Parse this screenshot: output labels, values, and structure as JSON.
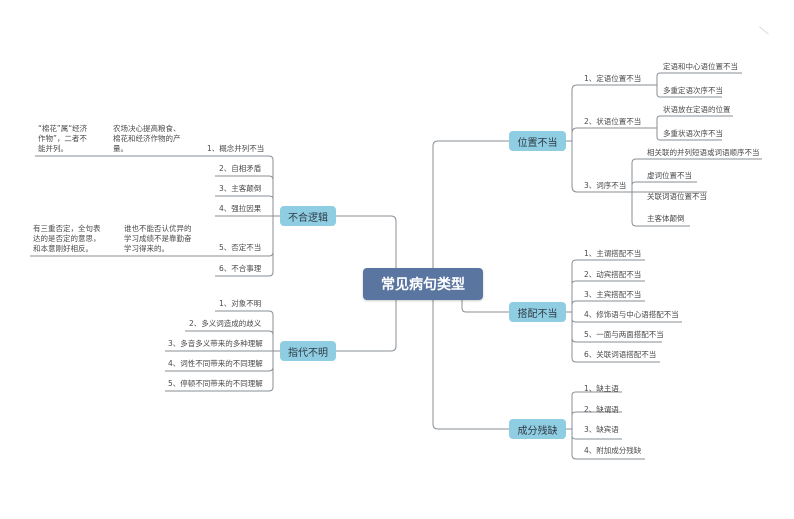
{
  "root": {
    "label": "常见病句类型"
  },
  "branches": {
    "position": {
      "label": "位置不当",
      "groups": [
        {
          "label": "1、定语位置不当",
          "items": [
            "定语和中心语位置不当",
            "多重定语次序不当"
          ]
        },
        {
          "label": "2、状语位置不当",
          "items": [
            "状语放在定语的位置",
            "多重状语次序不当"
          ]
        },
        {
          "label": "3、词序不当",
          "items": [
            "相关联的并列短语或词语顺序不当",
            "虚词位置不当",
            "关联词语位置不当",
            "主客体颠倒"
          ]
        }
      ]
    },
    "collocation": {
      "label": "搭配不当",
      "items": [
        "1、主谓搭配不当",
        "2、动宾搭配不当",
        "3、主宾搭配不当",
        "4、修饰语与中心语搭配不当",
        "5、一面与两面搭配不当",
        "6、关联词语搭配不当"
      ]
    },
    "missing": {
      "label": "成分残缺",
      "items": [
        "1、缺主语",
        "2、缺谓语",
        "3、缺宾语",
        "4、附加成分残缺"
      ]
    },
    "illogical": {
      "label": "不合逻辑",
      "items": [
        "1、概念并列不当",
        "2、自相矛盾",
        "3、主客颠倒",
        "4、强拉因果",
        "5、否定不当",
        "6、不合事理"
      ],
      "notes": {
        "item1_explain": "“棉花”属“经济\n作物”，二者不\n能并列。",
        "item1_example": "农场决心提高粮食、\n棉花和经济作物的产\n量。",
        "item5_explain": "有三重否定，全句表\n达的是否定的意思，\n和本意刚好相反。",
        "item5_example": "谁也不能否认优异的\n学习成绩不是靠勤奋\n学习得来的。"
      }
    },
    "reference": {
      "label": "指代不明",
      "items": [
        "1、对象不明",
        "2、多义词造成的歧义",
        "3、多音多义带来的多种理解",
        "4、词性不同带来的不同理解",
        "5、停顿不同带来的不同理解"
      ]
    }
  },
  "colors": {
    "root": "#5a76a0",
    "main": "#8fcde2",
    "line": "#8a8f96"
  }
}
